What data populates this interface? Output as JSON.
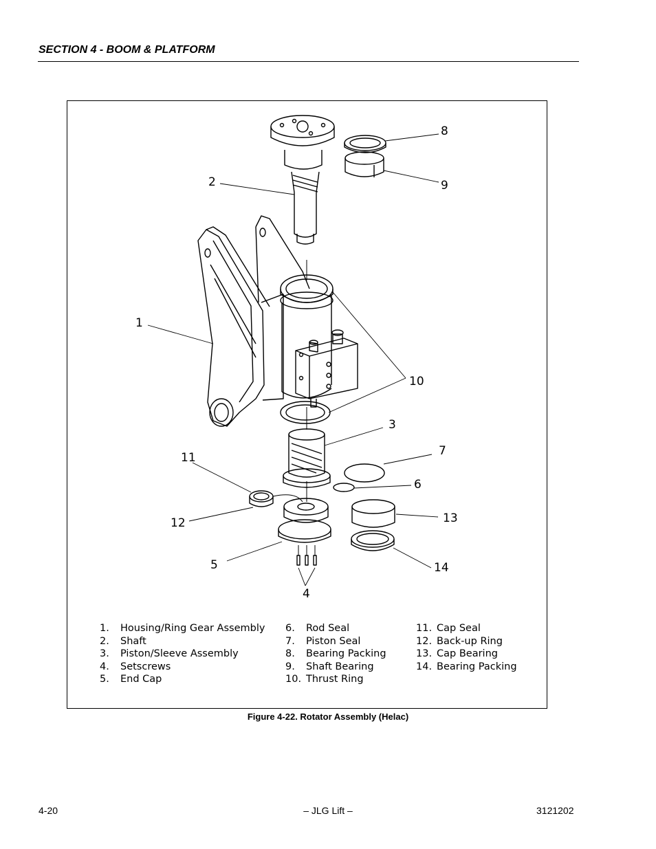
{
  "header": {
    "section_title": "SECTION 4 - BOOM & PLATFORM"
  },
  "figure": {
    "callouts": [
      "1",
      "2",
      "3",
      "4",
      "5",
      "6",
      "7",
      "8",
      "9",
      "10",
      "11",
      "12",
      "13",
      "14"
    ],
    "legend": {
      "col1": [
        {
          "num": "1.",
          "text": "Housing/Ring Gear Assembly"
        },
        {
          "num": "2.",
          "text": "Shaft"
        },
        {
          "num": "3.",
          "text": "Piston/Sleeve Assembly"
        },
        {
          "num": "4.",
          "text": "Setscrews"
        },
        {
          "num": "5.",
          "text": "End Cap"
        }
      ],
      "col2": [
        {
          "num": "6.",
          "text": "Rod Seal"
        },
        {
          "num": "7.",
          "text": "Piston Seal"
        },
        {
          "num": "8.",
          "text": "Bearing Packing"
        },
        {
          "num": "9.",
          "text": "Shaft Bearing"
        },
        {
          "num": "10.",
          "text": "Thrust Ring"
        }
      ],
      "col3": [
        {
          "num": "11.",
          "text": "Cap Seal"
        },
        {
          "num": "12.",
          "text": "Back-up Ring"
        },
        {
          "num": "13.",
          "text": "Cap Bearing"
        },
        {
          "num": "14.",
          "text": "Bearing Packing"
        }
      ]
    },
    "caption": "Figure 4-22.  Rotator Assembly (Helac)"
  },
  "footer": {
    "page_number": "4-20",
    "center": "– JLG Lift –",
    "doc_number": "3121202"
  }
}
